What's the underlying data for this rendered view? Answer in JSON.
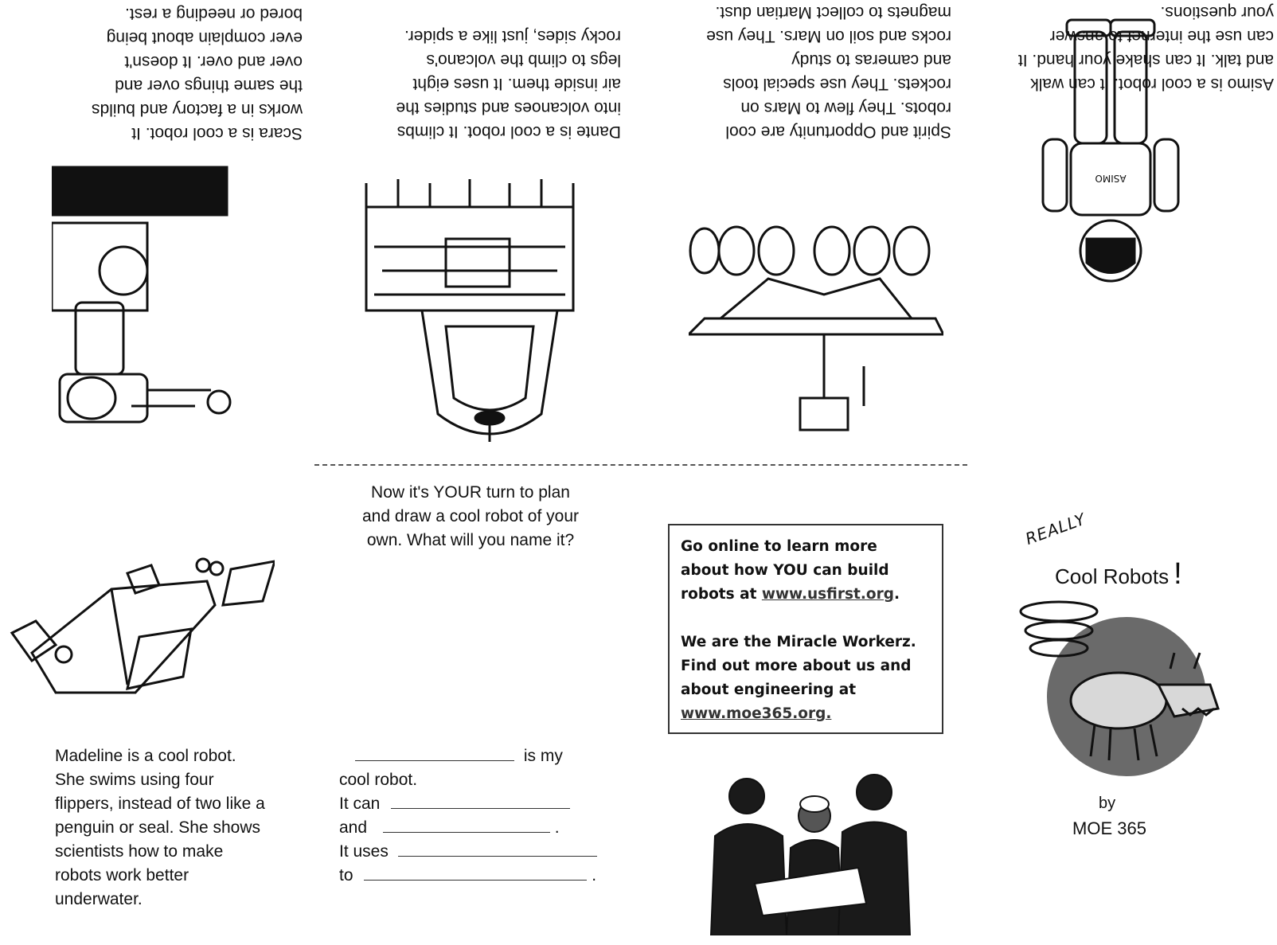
{
  "panels": {
    "scara": {
      "text": "Scara is a cool robot. It\nworks in a factory and builds\nthe same things over and\nover and over.  It doesn't\never complain about being\nbored or needing a rest."
    },
    "dante": {
      "text": "Dante is a cool robot. It climbs\ninto volcanoes and studies the\nair inside them. It uses eight\nlegs to climb the volcano's\nrocky sides, just like a spider."
    },
    "spirit": {
      "text": "Spirit and Opportunity are cool\nrobots. They flew to Mars on\nrockets. They use special tools\nand cameras to study\nrocks and soil on Mars. They use\nmagnets to collect Martian dust."
    },
    "asimo": {
      "text": "Asimo is a cool robot. It can walk\nand talk. It can shake your hand. It\ncan use the internet to answer\nyour questions.",
      "label": "ASIMO"
    },
    "madeline": {
      "text": "Madeline is a cool robot.\nShe swims using four\nflippers, instead of two like a\npenguin or seal. She shows\nscientists how to make\nrobots work better\nunderwater."
    },
    "your_turn": {
      "text": "Now it's YOUR turn to plan\nand draw a cool robot of your\nown. What will you name it?"
    },
    "fill_in": {
      "line1_suffix": "is  my",
      "line2": "cool robot.",
      "line3_prefix": "It can",
      "line4_prefix": "and",
      "line4_suffix": ".",
      "line5_prefix": "It uses",
      "line6_prefix": "to",
      "line6_suffix": "."
    },
    "info_box": {
      "line1": "Go online to learn more",
      "line2": "about how YOU can build",
      "line3_prefix": "robots at ",
      "url1": "www.usfirst.org",
      "line3_suffix": ".",
      "line4": "We are the Miracle Workerz.",
      "line5": "Find out more about us and",
      "line6": "about engineering at",
      "url2": "www.moe365.org."
    },
    "cover": {
      "really": "REALLY",
      "title": "Cool Robots",
      "exclaim": "!",
      "by": "by",
      "author": "MOE 365"
    }
  }
}
